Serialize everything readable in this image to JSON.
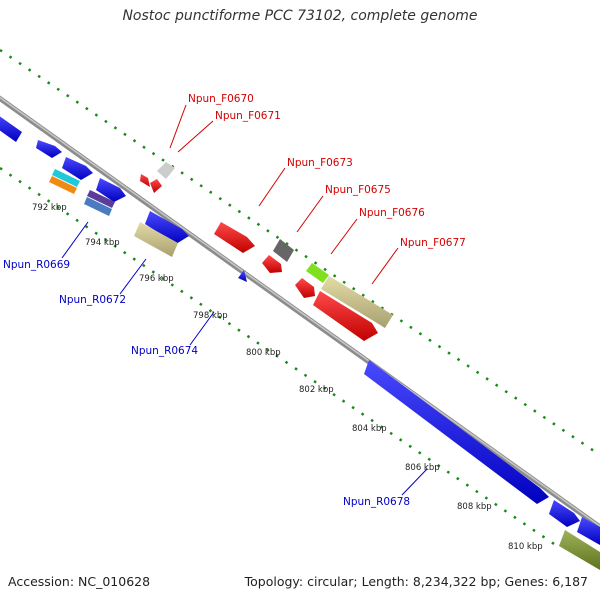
{
  "title": "Nostoc punctiforme PCC 73102, complete genome",
  "footer": {
    "accession": "Accession: NC_010628",
    "summary": "Topology: circular; Length: 8,234,322 bp; Genes: 6,187"
  },
  "colors": {
    "forward": "#e60000",
    "reverse": "#0000e6",
    "backbone": "#999999",
    "gc_track": "#1a8a1a",
    "label_forward": "#d40000",
    "label_reverse": "#0000c8"
  },
  "tick_labels": [
    "792 kbp",
    "794 kbp",
    "796 kbp",
    "798 kbp",
    "800 kbp",
    "802 kbp",
    "804 kbp",
    "806 kbp",
    "808 kbp",
    "810 kbp"
  ],
  "forward_labels": [
    "Npun_F0670",
    "Npun_F0671",
    "Npun_F0673",
    "Npun_F0675",
    "Npun_F0676",
    "Npun_F0677"
  ],
  "reverse_labels": [
    "Npun_R0669",
    "Npun_R0672",
    "Npun_R0674",
    "Npun_R0678"
  ]
}
